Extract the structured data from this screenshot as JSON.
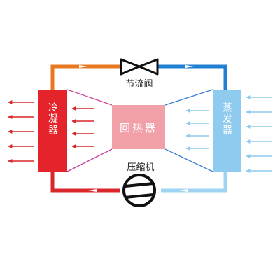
{
  "labels": {
    "throttle_valve": "节流阀",
    "condenser": "冷凝器",
    "regenerator": "回热器",
    "evaporator": "蒸发器",
    "compressor": "压缩机"
  },
  "colors": {
    "condenser": "#e4232a",
    "regenerator": "#f2a0a8",
    "evaporator": "#8ecbee",
    "pipe_hot": "#e8781f",
    "pipe_cold": "#1f7fd0",
    "pipe_red": "#d9262a",
    "pipe_light": "#9fd3f2",
    "link_magenta": "#cc3d8f",
    "link_blue": "#3a7fd0",
    "arrow_out": "#d9262a",
    "arrow_in": "#8ecbee"
  },
  "icons": {
    "valve": "bowtie-valve-icon",
    "compressor": "compressor-circle-icon"
  }
}
